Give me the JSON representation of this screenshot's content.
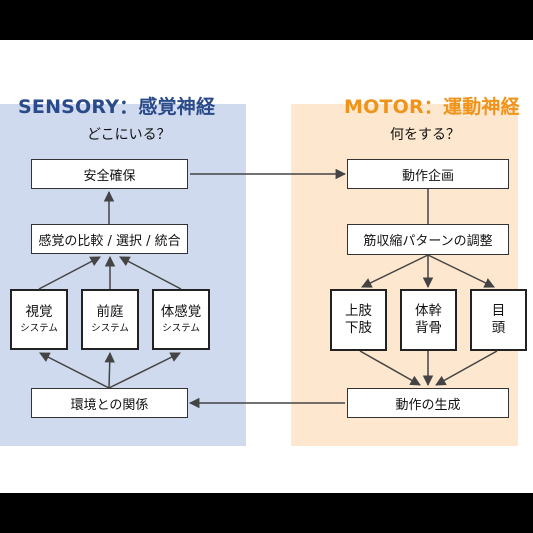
{
  "sensory": {
    "title": "SENSORY：感覚神経",
    "question": "どこにいる？",
    "safety": "安全確保",
    "compare": "感覚の比較 / 選択 / 統合",
    "visual": "視覚",
    "vestibular": "前庭",
    "somato": "体感覚",
    "system_label": "システム",
    "environment": "環境との関係"
  },
  "motor": {
    "title": "MOTOR：運動神経",
    "question": "何をする？",
    "planning": "動作企画",
    "pattern": "筋収縮パターンの調整",
    "limbs_1": "上肢",
    "limbs_2": "下肢",
    "trunk_1": "体幹",
    "trunk_2": "背骨",
    "eyes_1": "目",
    "eyes_2": "頭",
    "generation": "動作の生成"
  },
  "colors": {
    "sensory_accent": "#2a4a8a",
    "sensory_panel": "#cfdaee",
    "motor_accent": "#f0931a",
    "motor_panel": "#fde8cf"
  }
}
